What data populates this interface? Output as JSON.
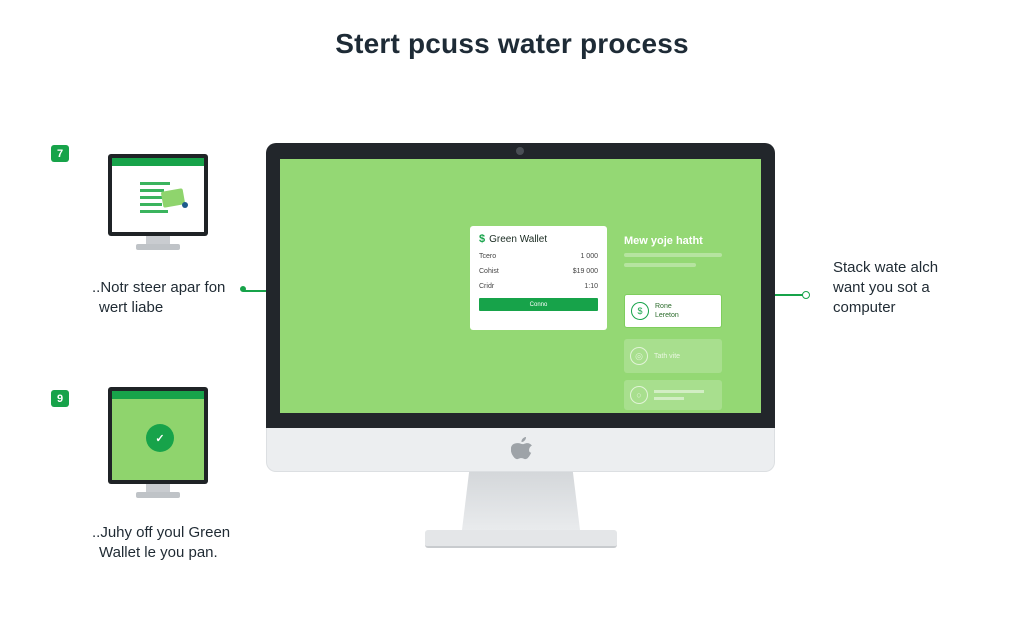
{
  "title": "Stert pcuss water process",
  "steps": [
    {
      "badge": "7",
      "caption_line1": "..Notr steer apar fon",
      "caption_line2": "wert liabe",
      "mini_header": "▪ ▪ ▪ ▪"
    },
    {
      "badge": "9",
      "caption_line1": "..Juhy off youl Green",
      "caption_line2": "Wallet le you pan.",
      "mini_header": "▪ ▪ ▪ ▪"
    }
  ],
  "right_caption": [
    "Stack wate alch",
    "want you sot a",
    "computer"
  ],
  "wallet": {
    "brand": "Green Wallet",
    "logo": "$",
    "rows": [
      {
        "label": "Tcero",
        "value": "1 000"
      },
      {
        "label": "Cohist",
        "value": "$19 000"
      },
      {
        "label": "Cridr",
        "value": "1:10"
      }
    ],
    "button": "Conno"
  },
  "panel": {
    "title": "Mew yoje hatht",
    "options": [
      {
        "line1": "Rone",
        "line2": "Lereton"
      },
      {
        "line1": "Tath vite",
        "line2": ""
      },
      {
        "line1": "",
        "line2": ""
      }
    ]
  },
  "colors": {
    "accent": "#17a34a",
    "screen": "#94d874",
    "bezel": "#22262b"
  },
  "icons": {
    "apple": "apple-logo-icon",
    "check": "check-icon"
  }
}
